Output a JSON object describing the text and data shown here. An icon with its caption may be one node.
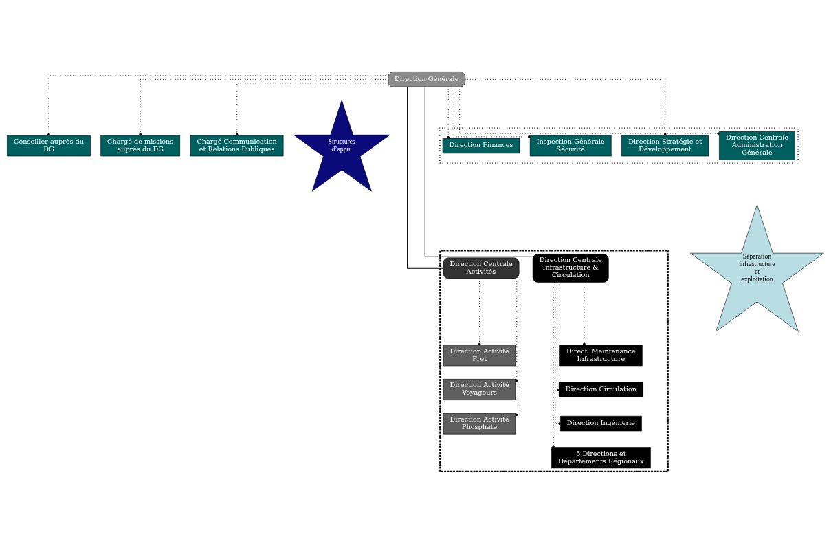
{
  "diagram": {
    "nodes": [
      {
        "text": [
          "Direction Générale"
        ]
      },
      {
        "text": [
          "Conseiller auprès du DG"
        ]
      },
      {
        "text": [
          "Chargé de missions auprès du DG"
        ]
      },
      {
        "text": [
          "Chargé Communication et Relations Publiques"
        ]
      },
      {
        "text": [
          "Structures d’appui"
        ]
      },
      {
        "text": [],
        "shape": "box"
      },
      {
        "text": [
          "Direction Finances"
        ],
        "in": 5
      },
      {
        "text": [
          "Direction Stratégie et Développement"
        ],
        "in": 5
      },
      {
        "text": [
          "Inspection Générale Sécurité"
        ],
        "in": 5
      },
      {
        "text": [
          "Direction Centrale Administration Générale"
        ],
        "in": 5
      },
      {
        "text": [
          "Séparation infrastructure et exploitation"
        ]
      },
      {
        "text": [],
        "shape": "box"
      },
      {
        "text": [
          "Direction Centrale Activités"
        ],
        "in": 11
      },
      {
        "text": [
          "Direction Activité Fret"
        ],
        "in": 11
      },
      {
        "text": [
          "Direction Activité Voyageurs"
        ],
        "in": 11
      },
      {
        "text": [
          "Direction Activité Phosphate"
        ],
        "in": 11
      },
      {
        "text": [
          "Direction Centrale Infrastructure & Circulation"
        ],
        "in": 11
      },
      {
        "text": [
          "Direct. Maintenance Infrastructure"
        ],
        "in": 11
      },
      {
        "text": [
          "Direction Circulation"
        ],
        "in": 11
      },
      {
        "text": [
          "Direction Ingénierie"
        ],
        "in": 11
      },
      {
        "text": [
          "5 Directions et Départements Régionaux"
        ],
        "in": 11
      }
    ],
    "edges": [
      {
        "from": 0,
        "to": 1,
        "arrow": "other",
        "style": "dashed"
      },
      {
        "from": 0,
        "to": 2,
        "arrow": "other",
        "style": "dashed"
      },
      {
        "from": 0,
        "to": 3,
        "arrow": "other",
        "style": "dashed"
      },
      {
        "from": 0,
        "to": 6,
        "arrow": "other",
        "style": "dashed"
      },
      {
        "from": 0,
        "to": 7,
        "arrow": "other",
        "style": "dashed"
      },
      {
        "from": 0,
        "to": 8,
        "arrow": "other",
        "style": "dashed"
      },
      {
        "from": 0,
        "to": 9,
        "arrow": "other",
        "style": "dashed"
      },
      {
        "from": 0,
        "to": 12,
        "arrow": "none"
      },
      {
        "from": 0,
        "to": 16,
        "arrow": "none"
      },
      {
        "from": 12,
        "to": 13,
        "arrow": "other",
        "style": "dashed"
      },
      {
        "from": 12,
        "to": 14,
        "arrow": "other",
        "style": "dashed"
      },
      {
        "from": 12,
        "to": 15,
        "arrow": "other",
        "style": "dashed"
      },
      {
        "from": 16,
        "to": 17,
        "arrow": "other",
        "style": "dashed"
      },
      {
        "from": 16,
        "to": 18,
        "arrow": "other",
        "style": "dashed"
      },
      {
        "from": 16,
        "to": 19,
        "arrow": "other",
        "style": "dashed"
      },
      {
        "from": 16,
        "to": 20,
        "arrow": "other",
        "style": "dashed"
      }
    ]
  }
}
